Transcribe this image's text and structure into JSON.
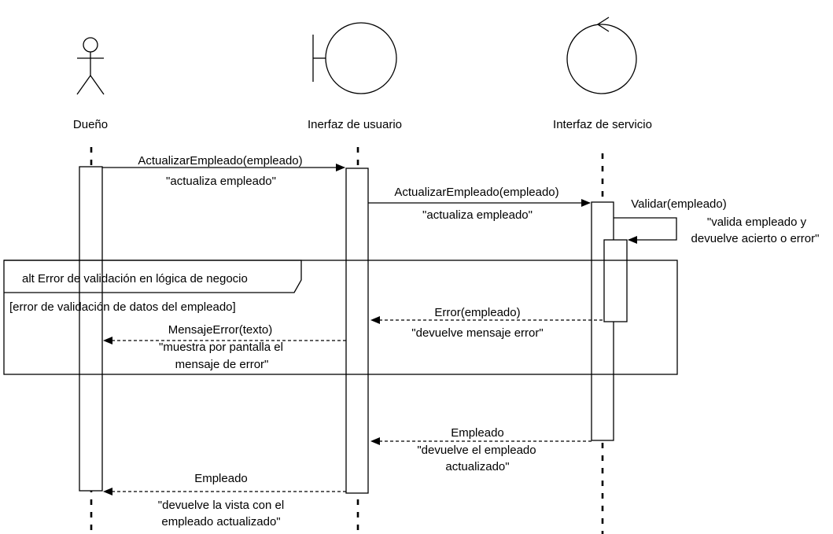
{
  "participants": [
    {
      "id": "owner",
      "label": "Dueño",
      "icon": "actor-icon"
    },
    {
      "id": "ui",
      "label": "Inerfaz de usuario",
      "icon": "boundary-icon"
    },
    {
      "id": "service",
      "label": "Interfaz de servicio",
      "icon": "control-icon"
    }
  ],
  "messages": {
    "m1": {
      "label": "ActualizarEmpleado(empleado)",
      "note": "\"actualiza empleado\""
    },
    "m2": {
      "label": "ActualizarEmpleado(empleado)",
      "note": "\"actualiza empleado\""
    },
    "m3": {
      "label": "Validar(empleado)",
      "note_line1": "\"valida empleado y",
      "note_line2": "devuelve acierto o error\""
    },
    "m4": {
      "label": "Error(empleado)",
      "note": "\"devuelve mensaje error\""
    },
    "m5": {
      "label": "MensajeError(texto)",
      "note_line1": "\"muestra por pantalla el",
      "note_line2": "mensaje de error\""
    },
    "m6": {
      "label": "Empleado",
      "note_line1": "\"devuelve el empleado",
      "note_line2": "actualizado\""
    },
    "m7": {
      "label": "Empleado",
      "note_line1": "\"devuelve la vista con el",
      "note_line2": "empleado actualizado\""
    }
  },
  "fragment": {
    "title": "alt Error de validación en lógica de negocio",
    "guard": "[error de validación de datos del empleado]"
  }
}
